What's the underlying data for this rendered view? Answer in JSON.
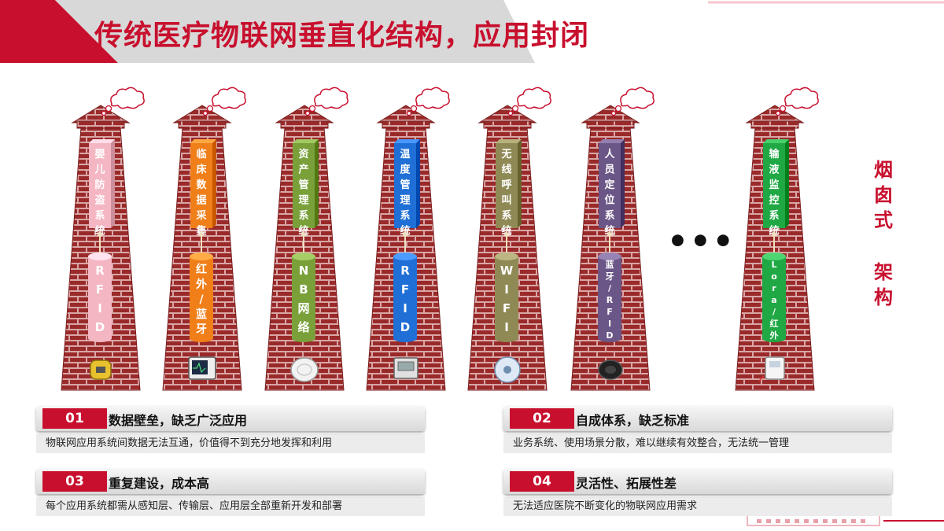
{
  "header": {
    "title": "传统医疗物联网垂直化结构，应用封闭"
  },
  "chimneys": [
    {
      "app": "婴儿防盗系统",
      "tech": "RFID",
      "app_color": "#f4b6c2",
      "tech_color": "#f4b6c2",
      "device": "yellow-tag"
    },
    {
      "app": "临床数据采集",
      "tech": "红外/蓝牙",
      "app_color": "#f07f1a",
      "tech_color": "#f07f1a",
      "device": "monitor"
    },
    {
      "app": "资产管理系统",
      "tech": "NB网络",
      "app_color": "#7aa03a",
      "tech_color": "#7aa03a",
      "device": "round-sensor"
    },
    {
      "app": "温度管理系统",
      "tech": "RFID",
      "app_color": "#1f6fd6",
      "tech_color": "#1f6fd6",
      "device": "panel"
    },
    {
      "app": "无线呼叫系统",
      "tech": "WIFI",
      "app_color": "#8f8a55",
      "tech_color": "#8f8a55",
      "device": "disc"
    },
    {
      "app": "人员定位系统",
      "tech": "蓝牙/RFID",
      "app_color": "#6a5687",
      "tech_color": "#6a5687",
      "device": "band"
    },
    {
      "app": "输液监控系统",
      "tech": "Lora/红外",
      "app_color": "#1fa844",
      "tech_color": "#1fa844",
      "device": "pump"
    }
  ],
  "ellipsis": "•••",
  "side_label": {
    "line1": "烟囱式",
    "line2": "架构"
  },
  "problems": [
    {
      "num": "01",
      "title": "数据壁垒，缺乏广泛应用",
      "desc": "物联网应用系统间数据无法互通，价值得不到充分地发挥和利用"
    },
    {
      "num": "02",
      "title": "自成体系，缺乏标准",
      "desc": "业务系统、使用场景分散，难以继续有效整合，无法统一管理"
    },
    {
      "num": "03",
      "title": "重复建设，成本高",
      "desc": "每个应用系统都需从感知层、传输层、应用层全部重新开发和部署"
    },
    {
      "num": "04",
      "title": "灵活性、拓展性差",
      "desc": "无法适应医院不断变化的物联网应用需求"
    }
  ],
  "colors": {
    "accent": "#c8102e",
    "brick": "#9a2a2a",
    "mortar": "#d9a6a6"
  }
}
